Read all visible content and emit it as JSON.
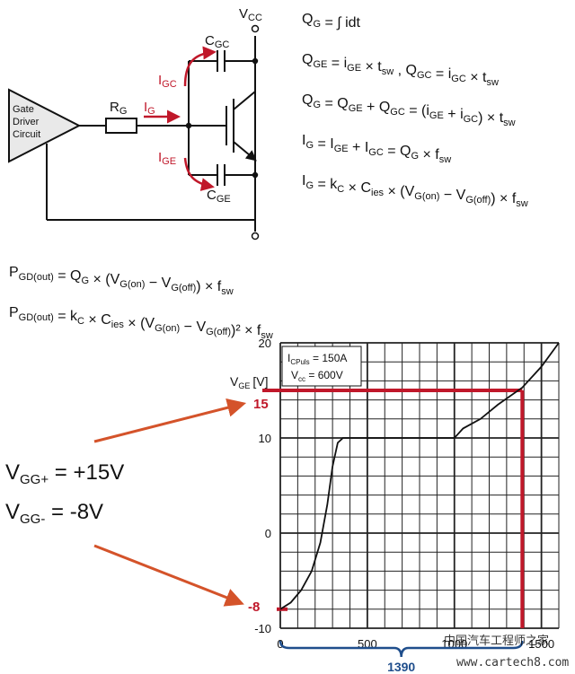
{
  "circuit": {
    "driver_lines": [
      "Gate",
      "Driver",
      "Circuit"
    ],
    "rg_main": "R",
    "rg_sub": "G",
    "ig_main": "I",
    "ig_sub": "G",
    "igc_main": "I",
    "igc_sub": "GC",
    "ige_main": "I",
    "ige_sub": "GE",
    "cgc_main": "C",
    "cgc_sub": "GC",
    "cge_main": "C",
    "cge_sub": "GE",
    "vcc_main": "V",
    "vcc_sub": "CC"
  },
  "equations": [
    {
      "parts": [
        [
          "Q",
          "G"
        ],
        [
          " = ∫ idt",
          ""
        ]
      ]
    },
    {
      "parts": [
        [
          "Q",
          "GE"
        ],
        [
          " = i",
          ""
        ],
        [
          "",
          "GE"
        ],
        [
          " × t",
          ""
        ],
        [
          "",
          "sw"
        ],
        [
          " ,  Q",
          ""
        ],
        [
          "",
          "GC"
        ],
        [
          " = i",
          ""
        ],
        [
          "",
          "GC"
        ],
        [
          " × t",
          ""
        ],
        [
          "",
          "sw"
        ]
      ]
    },
    {
      "parts": [
        [
          "Q",
          "G"
        ],
        [
          " = Q",
          ""
        ],
        [
          "",
          "GE"
        ],
        [
          " + Q",
          ""
        ],
        [
          "",
          "GC"
        ],
        [
          " = (i",
          ""
        ],
        [
          "",
          "GE"
        ],
        [
          " + i",
          ""
        ],
        [
          "",
          "GC"
        ],
        [
          ") × t",
          ""
        ],
        [
          "",
          "sw"
        ]
      ]
    },
    {
      "parts": [
        [
          "I",
          "G"
        ],
        [
          " = I",
          ""
        ],
        [
          "",
          "GE"
        ],
        [
          " + I",
          ""
        ],
        [
          "",
          "GC"
        ],
        [
          " = Q",
          ""
        ],
        [
          "",
          "G"
        ],
        [
          " × f",
          ""
        ],
        [
          "",
          "sw"
        ]
      ]
    },
    {
      "parts": [
        [
          "I",
          "G"
        ],
        [
          " = k",
          ""
        ],
        [
          "",
          "C"
        ],
        [
          " × C",
          ""
        ],
        [
          "",
          "ies"
        ],
        [
          " × (V",
          ""
        ],
        [
          "",
          "G(on)"
        ],
        [
          " − V",
          ""
        ],
        [
          "",
          "G(off)"
        ],
        [
          ") × f",
          ""
        ],
        [
          "",
          "sw"
        ]
      ]
    }
  ],
  "power_equations": [
    {
      "parts": [
        [
          "P",
          "GD(out)"
        ],
        [
          " = Q",
          ""
        ],
        [
          "",
          "G"
        ],
        [
          " × (V",
          ""
        ],
        [
          "",
          "G(on)"
        ],
        [
          " − V",
          ""
        ],
        [
          "",
          "G(off)"
        ],
        [
          ") × f",
          ""
        ],
        [
          "",
          "sw"
        ]
      ]
    },
    {
      "parts": [
        [
          "P",
          "GD(out)"
        ],
        [
          " = k",
          ""
        ],
        [
          "",
          "C"
        ],
        [
          " × C",
          ""
        ],
        [
          "",
          "ies"
        ],
        [
          " × (V",
          ""
        ],
        [
          "",
          "G(on)"
        ],
        [
          " − V",
          ""
        ],
        [
          "",
          "G(off)"
        ],
        [
          ")² × f",
          ""
        ],
        [
          "",
          "sw"
        ]
      ]
    }
  ],
  "vgg": {
    "plus_main": "V",
    "plus_sub": "GG+",
    "plus_value": " = +15V",
    "minus_main": "V",
    "minus_sub": "GG-",
    "minus_value": " = -8V"
  },
  "chart_data": {
    "type": "line",
    "x_ticks": [
      "0",
      "500",
      "1000",
      "1500"
    ],
    "y_ticks": [
      "20",
      "10",
      "0",
      "-10"
    ],
    "xlim": [
      0,
      1600
    ],
    "ylim": [
      -10,
      20
    ],
    "grid": true,
    "ylabel": "V",
    "ylabel_sub": "GE",
    "ylabel_unit": "[V]",
    "legend_line1_main": "I",
    "legend_line1_sub": "CPuls",
    "legend_line1_value": " = 150A",
    "legend_line2_main": "V",
    "legend_line2_sub": "cc",
    "legend_line2_value": " = 600V",
    "series": [
      {
        "x": [
          0,
          60,
          120,
          180,
          230,
          270,
          300,
          330,
          360,
          400,
          600,
          800,
          1000,
          1050,
          1150,
          1250,
          1390,
          1500,
          1600
        ],
        "y": [
          -8,
          -7.3,
          -6,
          -4,
          -1,
          3,
          7,
          9.5,
          10,
          10,
          10,
          10,
          10,
          11,
          12,
          13.5,
          15.3,
          17.5,
          20
        ]
      }
    ],
    "highlight": {
      "vge_on": 15,
      "vge_off": -8,
      "qg": 1390
    },
    "annotations": {
      "red_15": "15",
      "red_m8": "-8",
      "brace_label": "1390"
    }
  },
  "watermark": {
    "line1": "中国汽车工程师之家",
    "line2": "www.cartech8.com"
  },
  "colors": {
    "accent_red": "#c0182a",
    "arrow_orange": "#d4532a",
    "curve": "#111111",
    "grid": "#222222"
  }
}
